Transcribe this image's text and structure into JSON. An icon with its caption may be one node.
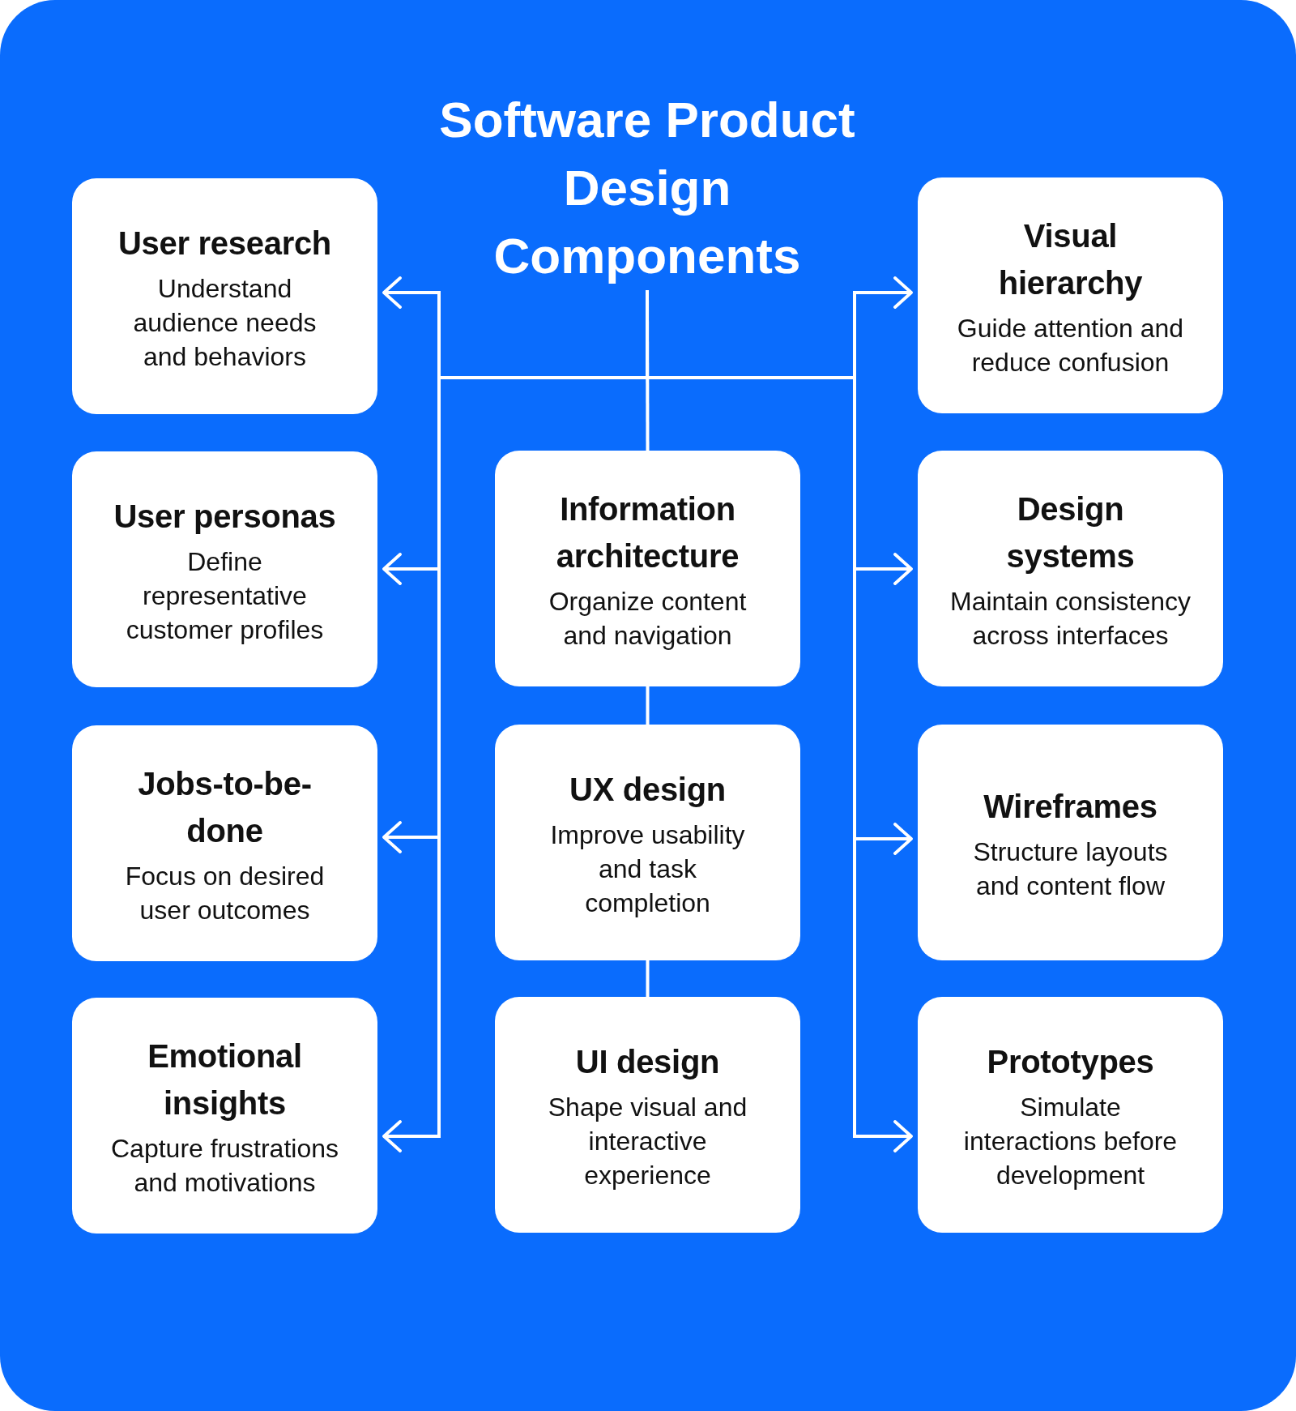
{
  "diagram": {
    "nodes": [
      {
        "text": [
          "Software Product Design Components"
        ]
      },
      {
        "text": [
          "User research",
          "Understand audience needs and behaviors"
        ]
      },
      {
        "text": [
          "Visual hierarchy",
          "Guide attention and reduce confusion"
        ]
      },
      {
        "text": [
          "User personas",
          "Define representative customer profiles"
        ]
      },
      {
        "text": [
          "Information architecture",
          "Organize content and navigation"
        ]
      },
      {
        "text": [
          "Design systems",
          "Maintain consistency across interfaces"
        ]
      },
      {
        "text": [
          "Jobs-to-be-done",
          "Focus on desired user outcomes"
        ]
      },
      {
        "text": [
          "UX design",
          "Improve usability and task completion"
        ]
      },
      {
        "text": [
          "Wireframes",
          "Structure layouts and content flow"
        ]
      },
      {
        "text": [
          "Emotional insights",
          "Capture frustrations and motivations"
        ]
      },
      {
        "text": [
          "UI design",
          "Shape visual and interactive experience"
        ]
      },
      {
        "text": [
          "Prototypes",
          "Simulate interactions before development"
        ]
      }
    ],
    "edges": [
      {
        "from": 0,
        "to": 1,
        "arrow": "to"
      },
      {
        "from": 0,
        "to": 3,
        "arrow": "to"
      },
      {
        "from": 0,
        "to": 6,
        "arrow": "to"
      },
      {
        "from": 0,
        "to": 9,
        "arrow": "to"
      },
      {
        "from": 0,
        "to": 2,
        "arrow": "to"
      },
      {
        "from": 0,
        "to": 5,
        "arrow": "to"
      },
      {
        "from": 0,
        "to": 8,
        "arrow": "to"
      },
      {
        "from": 0,
        "to": 11,
        "arrow": "to"
      },
      {
        "from": 0,
        "to": 4,
        "arrow": "none"
      },
      {
        "from": 4,
        "to": 7,
        "arrow": "none"
      },
      {
        "from": 7,
        "to": 10,
        "arrow": "none"
      }
    ]
  }
}
